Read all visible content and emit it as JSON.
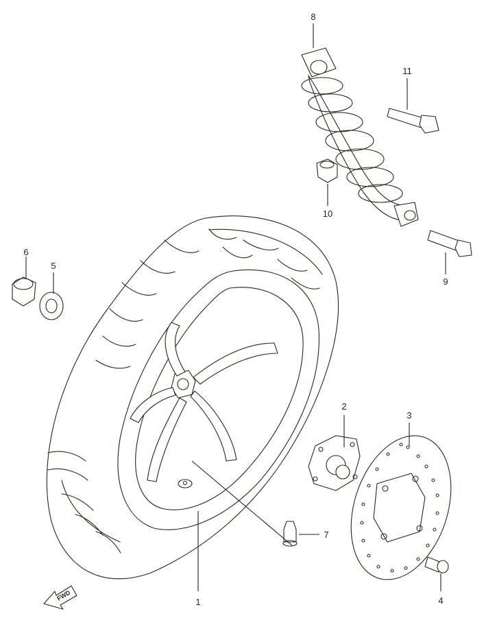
{
  "callouts": [
    {
      "id": "1",
      "label": "1"
    },
    {
      "id": "2",
      "label": "2"
    },
    {
      "id": "3",
      "label": "3"
    },
    {
      "id": "4",
      "label": "4"
    },
    {
      "id": "5",
      "label": "5"
    },
    {
      "id": "6",
      "label": "6"
    },
    {
      "id": "7",
      "label": "7"
    },
    {
      "id": "8",
      "label": "8"
    },
    {
      "id": "9",
      "label": "9"
    },
    {
      "id": "10",
      "label": "10"
    },
    {
      "id": "11",
      "label": "11"
    }
  ],
  "fwd_arrow": {
    "text": "FWD",
    "icon": "fwd-arrow-icon"
  },
  "colors": {
    "line": "#2a2415",
    "background": "#ffffff"
  }
}
